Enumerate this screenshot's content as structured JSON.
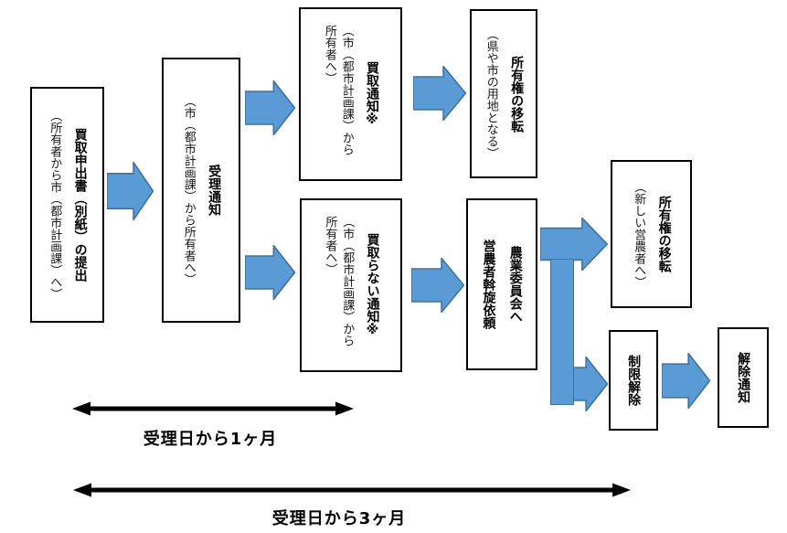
{
  "diagram": {
    "title_note": "買取申出の流れ図",
    "colors": {
      "arrow_fill": "#5B9BD5",
      "arrow_stroke": "#41719C",
      "box_border": "#000000",
      "timeline_arrow": "#000000",
      "background": "#ffffff"
    },
    "boxes": [
      {
        "id": "submit",
        "title": "買取申出書（別紙）の提出",
        "subtitle": "（所有者から市（都市計画課）へ）"
      },
      {
        "id": "acceptance-notice",
        "title": "受理通知",
        "subtitle": "（市（都市計画課）から所有者へ）"
      },
      {
        "id": "purchase-notice",
        "title": "買取通知※",
        "subtitle": "（市（都市計画課）から所有者へ）"
      },
      {
        "id": "ownership-transfer-public",
        "title": "所有権の移転",
        "subtitle": "（県や市の用地となる）"
      },
      {
        "id": "no-purchase-notice",
        "title": "買取らない通知※",
        "subtitle": "（市（都市計画課）から所有者へ）"
      },
      {
        "id": "agricultural-committee",
        "title": "農業委員会へ",
        "subtitle": "営農者斡旋依頼"
      },
      {
        "id": "ownership-transfer-farmer",
        "title": "所有権の移転",
        "subtitle": "（新しい営農者へ）"
      },
      {
        "id": "restriction-release",
        "title": "制限解除",
        "subtitle": ""
      },
      {
        "id": "release-notice",
        "title": "解除通知",
        "subtitle": ""
      }
    ],
    "timelines": [
      {
        "id": "one-month",
        "label": "受理日から1ヶ月"
      },
      {
        "id": "three-months",
        "label": "受理日から3ヶ月"
      }
    ]
  }
}
